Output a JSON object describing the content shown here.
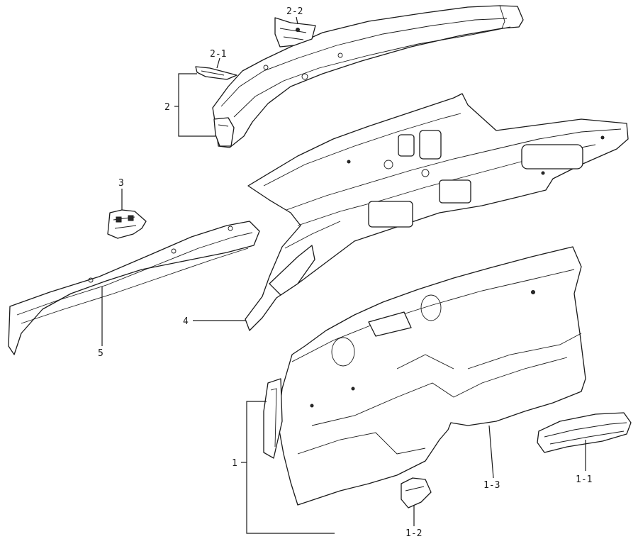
{
  "labels": {
    "part_2_2": "2-2",
    "part_2_1": "2-1",
    "part_2": "2",
    "part_3": "3",
    "part_4": "4",
    "part_5": "5",
    "part_1": "1",
    "part_1_1": "1-1",
    "part_1_2": "1-2",
    "part_1_3": "1-3"
  },
  "colors": {
    "line": "#1a1a1a",
    "fill": "#ffffff"
  }
}
